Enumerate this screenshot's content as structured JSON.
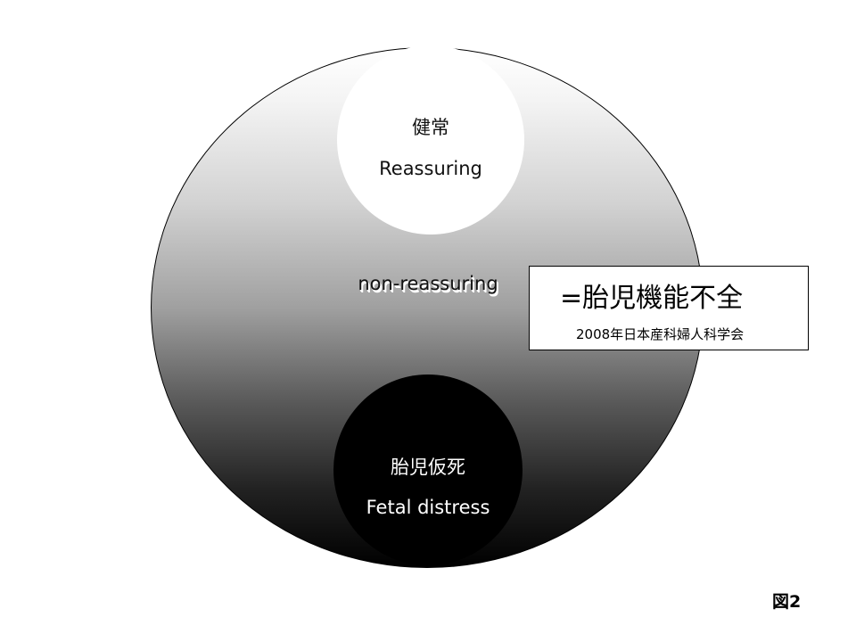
{
  "diagram": {
    "outer": {
      "label": "non-reassuring"
    },
    "top_circle": {
      "jp": "健常",
      "en": "Reassuring"
    },
    "bottom_circle": {
      "jp": "胎児仮死",
      "en": "Fetal distress"
    },
    "definition": {
      "main": "=胎児機能不全",
      "source": "2008年日本産科婦人科学会"
    },
    "figure_label": "図2",
    "colors": {
      "gradient_top": "#ffffff",
      "gradient_bottom": "#000000",
      "top_circle_fill": "#ffffff",
      "bottom_circle_fill": "#000000"
    }
  }
}
